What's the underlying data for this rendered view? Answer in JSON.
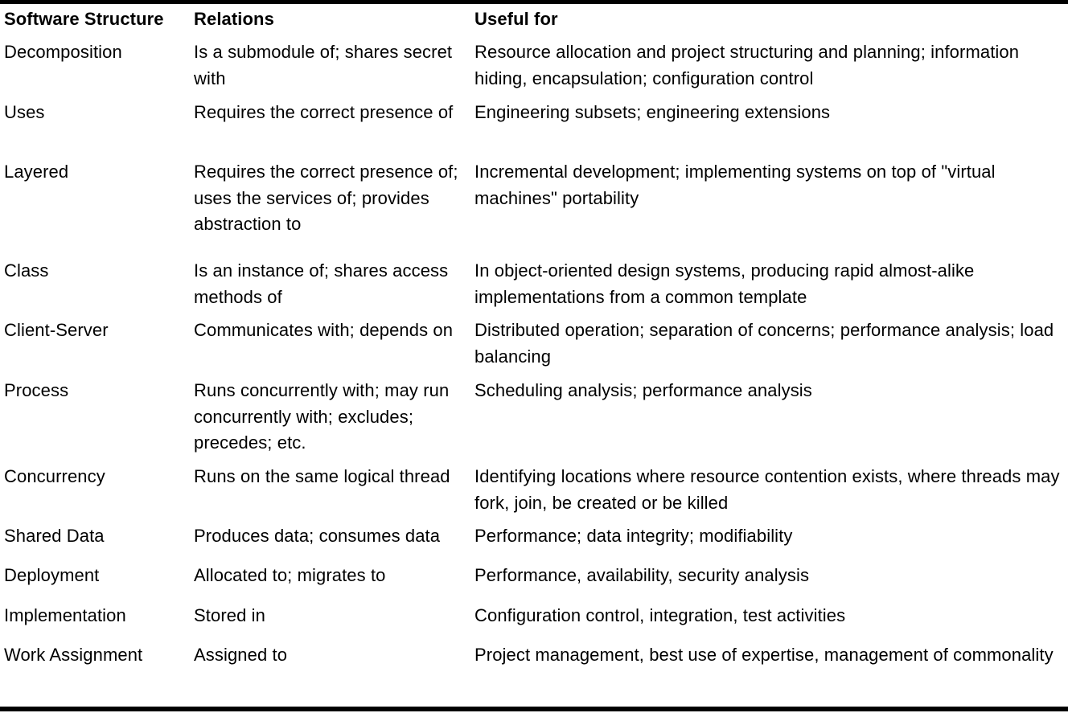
{
  "table": {
    "headers": [
      "Software Structure",
      "Relations",
      "Useful for"
    ],
    "rows": [
      {
        "structure": "Decomposition",
        "relations": "Is a submodule of; shares secret with",
        "useful_for": "Resource allocation and project structuring and planning; information hiding, encapsulation; configuration control"
      },
      {
        "structure": "Uses",
        "relations": "Requires the correct presence of",
        "useful_for": "Engineering subsets; engineering extensions"
      },
      {
        "structure": "Layered",
        "relations": "Requires the correct presence of; uses the services of; provides abstraction to",
        "useful_for": "Incremental development; implementing systems on top of \"virtual machines\" portability"
      },
      {
        "structure": "Class",
        "relations": "Is an instance of; shares access methods of",
        "useful_for": "In object-oriented design systems, producing rapid almost-alike implementations from a common template"
      },
      {
        "structure": "Client-Server",
        "relations": "Communicates with; depends on",
        "useful_for": "Distributed operation; separation of concerns; performance analysis; load balancing"
      },
      {
        "structure": "Process",
        "relations": "Runs concurrently with; may run concurrently with; excludes; precedes; etc.",
        "useful_for": "Scheduling analysis; performance analysis"
      },
      {
        "structure": "Concurrency",
        "relations": "Runs on the same logical thread",
        "useful_for": "Identifying locations where resource contention exists, where threads may fork, join, be created or be killed"
      },
      {
        "structure": "Shared Data",
        "relations": "Produces data; consumes data",
        "useful_for": "Performance; data integrity; modifiability"
      },
      {
        "structure": "Deployment",
        "relations": "Allocated to; migrates to",
        "useful_for": "Performance, availability, security analysis"
      },
      {
        "structure": "Implementation",
        "relations": "Stored in",
        "useful_for": "Configuration control, integration, test activities"
      },
      {
        "structure": "Work Assignment",
        "relations": "Assigned to",
        "useful_for": "Project management, best use of expertise, management of commonality"
      }
    ]
  }
}
